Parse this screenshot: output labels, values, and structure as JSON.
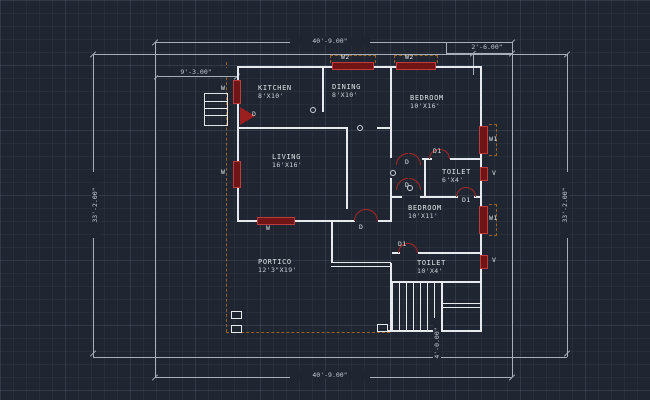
{
  "drawing": {
    "kind": "house-floor-plan",
    "style": "cad-blueprint-dark"
  },
  "dimensions": {
    "top": "40'-9.00\"",
    "bottom": "40'-9.00\"",
    "left": "33'-2.00\"",
    "right": "33'-2.00\"",
    "top_left_offset": "9'-3.00\"",
    "top_right_offset": "2'-6.00\"",
    "stair_width": "4'-0.00\""
  },
  "rooms": [
    {
      "name": "KITCHEN",
      "size": "8'X10'"
    },
    {
      "name": "DINING",
      "size": "8'X10'"
    },
    {
      "name": "BEDROOM",
      "size": "10'X16'"
    },
    {
      "name": "LIVING",
      "size": "16'X16'"
    },
    {
      "name": "TOILET",
      "size": "6'X4'"
    },
    {
      "name": "BEDROOM",
      "size": "10'X11'"
    },
    {
      "name": "TOILET",
      "size": "10'X4'"
    },
    {
      "name": "PORTICO",
      "size": "12'3\"X19'"
    }
  ],
  "openings": {
    "w2_left": "W2",
    "w2_right": "W2",
    "w_kitchen": "W",
    "w_living_side": "W",
    "w_living_front": "W",
    "w1_upper": "W1",
    "w1_lower": "W1",
    "v_upper": "V",
    "v_lower": "V",
    "d_kitchen": "D",
    "d_front": "D",
    "d_corridor_upper": "D",
    "d_corridor_lower": "D",
    "d1_toilet_upper": "D1",
    "d1_bedroom_lower": "D1",
    "d1_toilet_lower": "D1"
  },
  "colors": {
    "background": "#1f2631",
    "wall": "#e6e9ee",
    "window_fill": "#6f1515",
    "window_border": "#c03b3b",
    "door_red": "#a62626",
    "overhang_orange": "#96621e",
    "dimension_gray": "#a8afbb",
    "text": "#dde1e7"
  }
}
